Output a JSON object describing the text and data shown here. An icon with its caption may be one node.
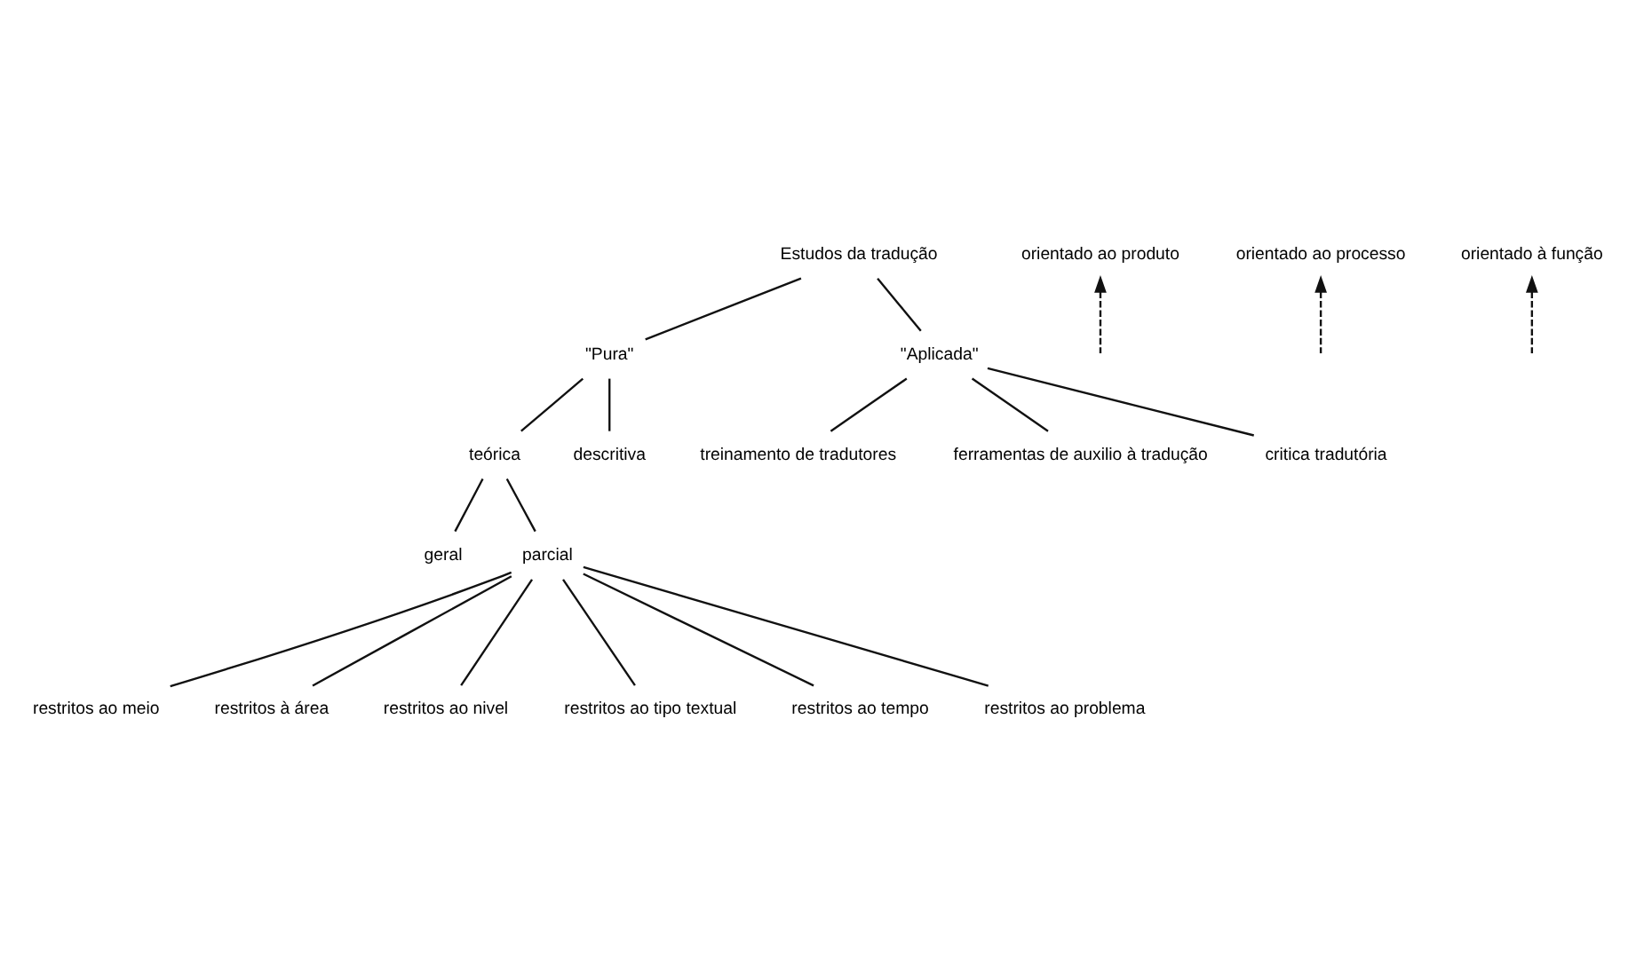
{
  "diagram": {
    "nodes": [
      {
        "text": [
          "Estudos da tradução"
        ]
      },
      {
        "text": [
          "\"Pura\""
        ]
      },
      {
        "text": [
          "\"Aplicada\""
        ]
      },
      {
        "text": [
          "teórica"
        ]
      },
      {
        "text": [
          "descritiva"
        ]
      },
      {
        "text": [
          "geral"
        ]
      },
      {
        "text": [
          "parcial"
        ]
      },
      {
        "text": [
          "orientado ao produto"
        ]
      },
      {
        "text": [
          "orientado ao processo"
        ]
      },
      {
        "text": [
          "orientado à função"
        ]
      },
      {
        "text": [
          "treinamento de tradutores"
        ]
      },
      {
        "text": [
          "ferramentas de auxilio à tradução"
        ]
      },
      {
        "text": [
          "critica tradutória"
        ]
      },
      {
        "text": [
          "restritos ao meio"
        ]
      },
      {
        "text": [
          "restritos à área"
        ]
      },
      {
        "text": [
          "restritos ao nivel"
        ]
      },
      {
        "text": [
          "restritos ao tipo textual"
        ]
      },
      {
        "text": [
          "restritos ao tempo"
        ]
      },
      {
        "text": [
          "restritos ao problema"
        ]
      }
    ],
    "edges": [
      {
        "from": 0,
        "to": 1,
        "arrow": "none"
      },
      {
        "from": 0,
        "to": 2,
        "arrow": "none"
      },
      {
        "from": 1,
        "to": 3,
        "arrow": "none"
      },
      {
        "from": 1,
        "to": 4,
        "arrow": "none"
      },
      {
        "from": 2,
        "to": 10,
        "arrow": "none"
      },
      {
        "from": 2,
        "to": 11,
        "arrow": "none"
      },
      {
        "from": 2,
        "to": 12,
        "arrow": "none"
      },
      {
        "from": 3,
        "to": 5,
        "arrow": "none"
      },
      {
        "from": 3,
        "to": 6,
        "arrow": "none"
      },
      {
        "from": 6,
        "to": 13,
        "arrow": "none"
      },
      {
        "from": 6,
        "to": 14,
        "arrow": "none"
      },
      {
        "from": 6,
        "to": 15,
        "arrow": "none"
      },
      {
        "from": 6,
        "to": 16,
        "arrow": "none"
      },
      {
        "from": 6,
        "to": 17,
        "arrow": "none"
      },
      {
        "from": 6,
        "to": 18,
        "arrow": "none"
      },
      {
        "from": null,
        "to": 7,
        "arrow": "to",
        "style": "dashed"
      },
      {
        "from": null,
        "to": 8,
        "arrow": "to",
        "style": "dashed"
      },
      {
        "from": null,
        "to": 9,
        "arrow": "to",
        "style": "dashed"
      }
    ]
  }
}
